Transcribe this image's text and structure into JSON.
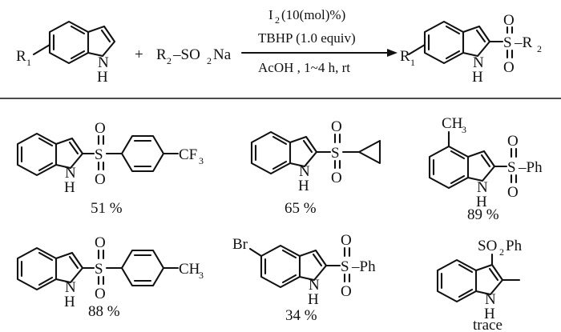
{
  "reaction": {
    "r1": "R",
    "r1_sub": "1",
    "nh": "N",
    "h": "H",
    "plus": "+",
    "r2_prefix": "R",
    "r2_sub": "2",
    "sulfinate_mid": "–SO",
    "sulfinate_sub": "2",
    "sulfinate_end": "Na",
    "cond_iodine": "I",
    "cond_iodine_sub": "2",
    "cond_iodine_rest": " (10(mol)%)",
    "cond_oxidant": "TBHP (1.0 equiv)",
    "cond_solvent": "AcOH , 1~4 h, rt",
    "sulfur": "S",
    "oxygen": "O",
    "product_dash_r": "–R",
    "product_r2_sub": "2"
  },
  "examples": [
    {
      "id": "ex1",
      "substituent_text": "CF",
      "substituent_sub": "3",
      "yield": "51 %"
    },
    {
      "id": "ex2",
      "yield": "65 %"
    },
    {
      "id": "ex3",
      "methyl_text": "CH",
      "methyl_sub": "3",
      "group": "–Ph",
      "yield": "89 %"
    },
    {
      "id": "ex4",
      "substituent_text": "CH",
      "substituent_sub": "3",
      "yield": "88 %"
    },
    {
      "id": "ex5",
      "bromo": "Br",
      "group": "–Ph",
      "yield": "34 %"
    },
    {
      "id": "ex6",
      "so2ph_a": "SO",
      "so2ph_sub": "2",
      "so2ph_b": "Ph",
      "yield": "trace"
    }
  ]
}
